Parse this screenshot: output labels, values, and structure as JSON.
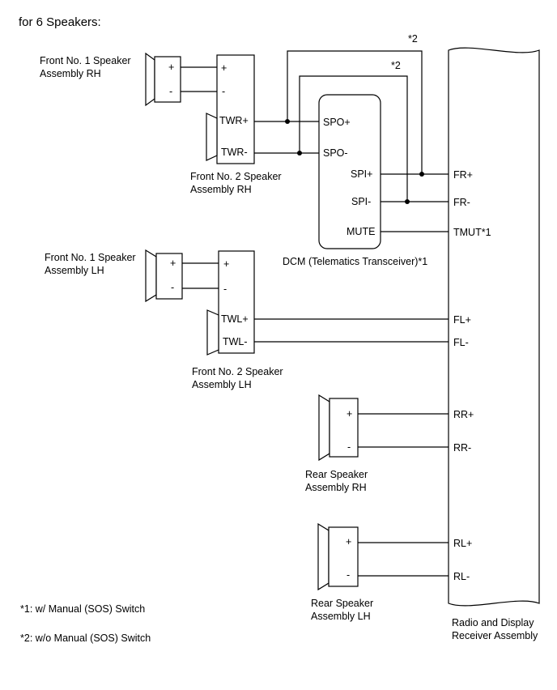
{
  "header": {
    "title": "for 6 Speakers:"
  },
  "components": {
    "front_no1_rh": {
      "line1": "Front No. 1 Speaker",
      "line2": "Assembly RH",
      "pos": "+",
      "neg": "-"
    },
    "front_no2_rh": {
      "line1": "Front No. 2 Speaker",
      "line2": "Assembly RH",
      "pos_pin": "+",
      "neg_pin": "-",
      "twr_plus": "TWR+",
      "twr_minus": "TWR-"
    },
    "dcm": {
      "label": "DCM (Telematics Transceiver)*1",
      "spo_plus": "SPO+",
      "spo_minus": "SPO-",
      "spi_plus": "SPI+",
      "spi_minus": "SPI-",
      "mute": "MUTE"
    },
    "front_no1_lh": {
      "line1": "Front No. 1 Speaker",
      "line2": "Assembly LH",
      "pos": "+",
      "neg": "-"
    },
    "front_no2_lh": {
      "line1": "Front No. 2 Speaker",
      "line2": "Assembly LH",
      "pos_pin": "+",
      "neg_pin": "-",
      "twl_plus": "TWL+",
      "twl_minus": "TWL-"
    },
    "rear_rh": {
      "line1": "Rear Speaker",
      "line2": "Assembly RH",
      "pos": "+",
      "neg": "-"
    },
    "rear_lh": {
      "line1": "Rear Speaker",
      "line2": "Assembly LH",
      "pos": "+",
      "neg": "-"
    },
    "radio": {
      "line1": "Radio and Display",
      "line2": "Receiver Assembly",
      "pins": {
        "fr_plus": "FR+",
        "fr_minus": "FR-",
        "tmut": "TMUT*1",
        "fl_plus": "FL+",
        "fl_minus": "FL-",
        "rr_plus": "RR+",
        "rr_minus": "RR-",
        "rl_plus": "RL+",
        "rl_minus": "RL-"
      }
    }
  },
  "annotations": {
    "star2_top": "*2",
    "star2_inner": "*2"
  },
  "notes": {
    "note1": "*1: w/ Manual (SOS) Switch",
    "note2": "*2: w/o Manual (SOS) Switch"
  }
}
